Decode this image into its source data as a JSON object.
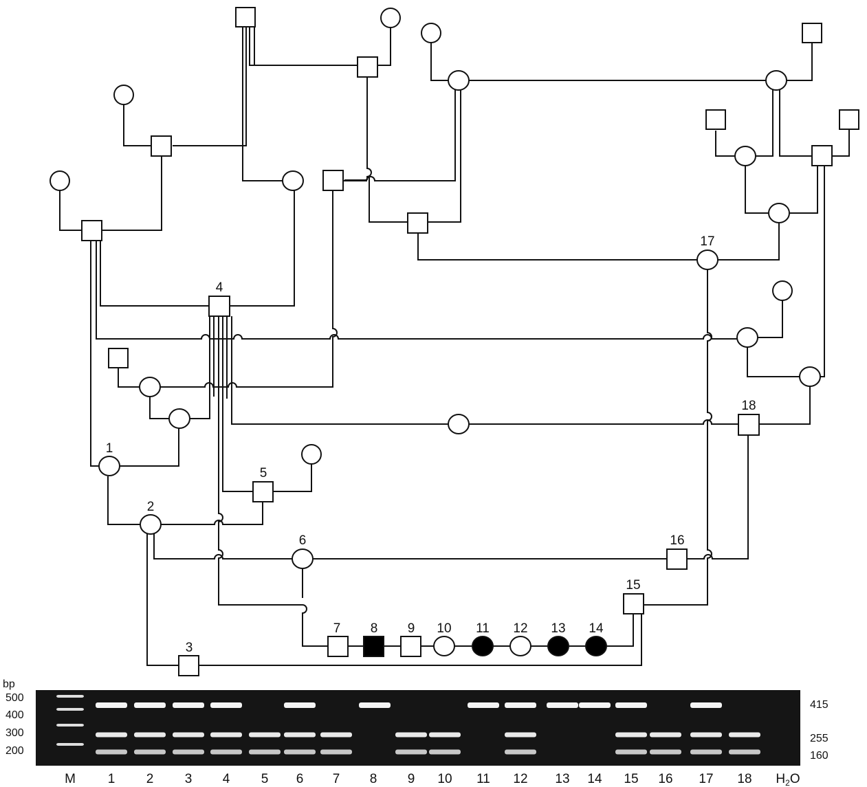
{
  "pedigree": {
    "individual_labels": [
      "1",
      "2",
      "3",
      "4",
      "5",
      "6",
      "7",
      "8",
      "9",
      "10",
      "11",
      "12",
      "13",
      "14",
      "15",
      "16",
      "17",
      "18"
    ],
    "sibship_children": [
      {
        "label": "7",
        "sex": "male",
        "affected": false
      },
      {
        "label": "8",
        "sex": "male",
        "affected": true
      },
      {
        "label": "9",
        "sex": "male",
        "affected": false
      },
      {
        "label": "10",
        "sex": "female",
        "affected": false
      },
      {
        "label": "11",
        "sex": "female",
        "affected": true
      },
      {
        "label": "12",
        "sex": "female",
        "affected": false
      },
      {
        "label": "13",
        "sex": "female",
        "affected": true
      },
      {
        "label": "14",
        "sex": "female",
        "affected": true
      }
    ]
  },
  "gel": {
    "axis_title": "bp",
    "ladder_labels": [
      "500",
      "400",
      "300",
      "200"
    ],
    "lane_labels": [
      "M",
      "1",
      "2",
      "3",
      "4",
      "5",
      "6",
      "7",
      "8",
      "9",
      "10",
      "11",
      "12",
      "13",
      "14",
      "15",
      "16",
      "17",
      "18"
    ],
    "h2o_main": "H",
    "h2o_sub": "2",
    "h2o_tail": "O",
    "band_size_labels": [
      "415",
      "255",
      "160"
    ],
    "lanes": [
      {
        "lane": "1",
        "bands": [
          415,
          255,
          160
        ]
      },
      {
        "lane": "2",
        "bands": [
          415,
          255,
          160
        ]
      },
      {
        "lane": "3",
        "bands": [
          415,
          255,
          160
        ]
      },
      {
        "lane": "4",
        "bands": [
          415,
          255,
          160
        ]
      },
      {
        "lane": "5",
        "bands": [
          255,
          160
        ]
      },
      {
        "lane": "6",
        "bands": [
          415,
          255,
          160
        ]
      },
      {
        "lane": "7",
        "bands": [
          255,
          160
        ]
      },
      {
        "lane": "8",
        "bands": [
          415
        ]
      },
      {
        "lane": "9",
        "bands": [
          255,
          160
        ]
      },
      {
        "lane": "10",
        "bands": [
          255,
          160
        ]
      },
      {
        "lane": "11",
        "bands": [
          415
        ]
      },
      {
        "lane": "12",
        "bands": [
          415,
          255,
          160
        ]
      },
      {
        "lane": "13",
        "bands": [
          415
        ]
      },
      {
        "lane": "14",
        "bands": [
          415
        ]
      },
      {
        "lane": "15",
        "bands": [
          415,
          255,
          160
        ]
      },
      {
        "lane": "16",
        "bands": [
          255,
          160
        ]
      },
      {
        "lane": "17",
        "bands": [
          415,
          255,
          160
        ]
      },
      {
        "lane": "18",
        "bands": [
          255,
          160
        ]
      },
      {
        "lane": "H2O",
        "bands": []
      }
    ]
  }
}
